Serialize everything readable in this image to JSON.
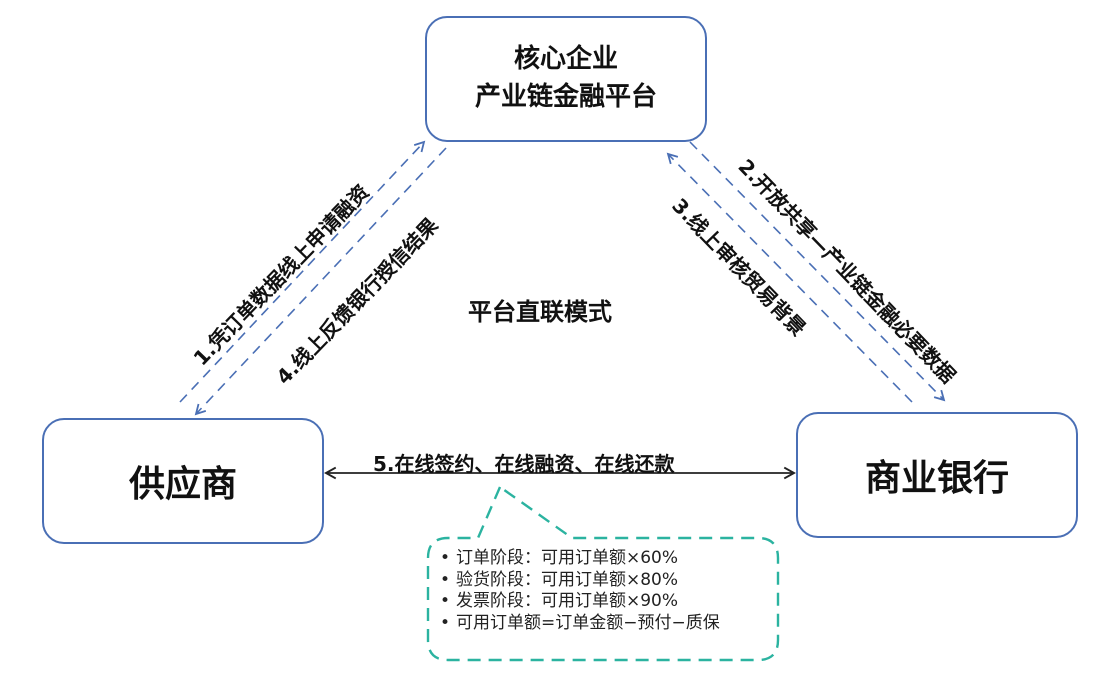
{
  "nodes": {
    "core": {
      "line1": "核心企业",
      "line2": "产业链金融平台"
    },
    "supplier": {
      "label": "供应商"
    },
    "bank": {
      "label": "商业银行"
    }
  },
  "flows": {
    "step1": "1.凭订单数据线上申请融资",
    "step2": "2.开放共享—产业链金融必要数据",
    "step3": "3.线上审核贸易背景",
    "step4": "4.线上反馈银行授信结果",
    "step5": "5.在线签约、在线融资、在线还款"
  },
  "mode_title": "平台直联模式",
  "note": {
    "items": [
      "订单阶段：可用订单额×60%",
      "验货阶段：可用订单额×80%",
      "发票阶段：可用订单额×90%",
      "可用订单额=订单金额−预付−质保"
    ]
  },
  "colors": {
    "node_border": "#4a6fb5",
    "dashed_arrow": "#4a6fb5",
    "note_border": "#2bb3a0",
    "solid_arrow": "#222222"
  },
  "icons": {
    "bullet": "•"
  }
}
